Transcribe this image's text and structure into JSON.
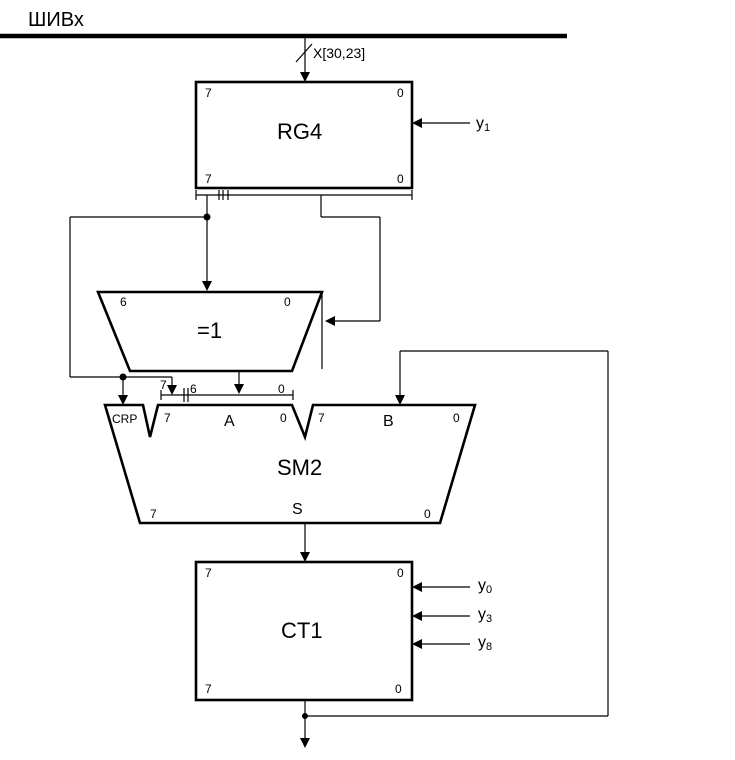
{
  "bus": {
    "name": "ШИВх",
    "field": "X[30,23]"
  },
  "rg4": {
    "name": "RG4",
    "top_left": "7",
    "top_right": "0",
    "bot_left": "7",
    "bot_right": "0",
    "input": {
      "letter": "y",
      "index": "1"
    }
  },
  "xor": {
    "name": "=1",
    "left": "6",
    "right": "0"
  },
  "sm2": {
    "name": "SM2",
    "carry": "CRP",
    "a_name": "A",
    "a_left": "7",
    "a_right": "0",
    "b_name": "B",
    "b_left": "7",
    "b_right": "0",
    "s_name": "S",
    "s_left": "7",
    "s_right": "0",
    "a_bus_hi": "7",
    "a_bus_split": "6",
    "a_bus_lo": "0"
  },
  "ct1": {
    "name": "CT1",
    "top_left": "7",
    "top_right": "0",
    "bot_left": "7",
    "bot_right": "0",
    "inputs": [
      {
        "letter": "y",
        "index": "0"
      },
      {
        "letter": "y",
        "index": "3"
      },
      {
        "letter": "y",
        "index": "8"
      }
    ]
  }
}
